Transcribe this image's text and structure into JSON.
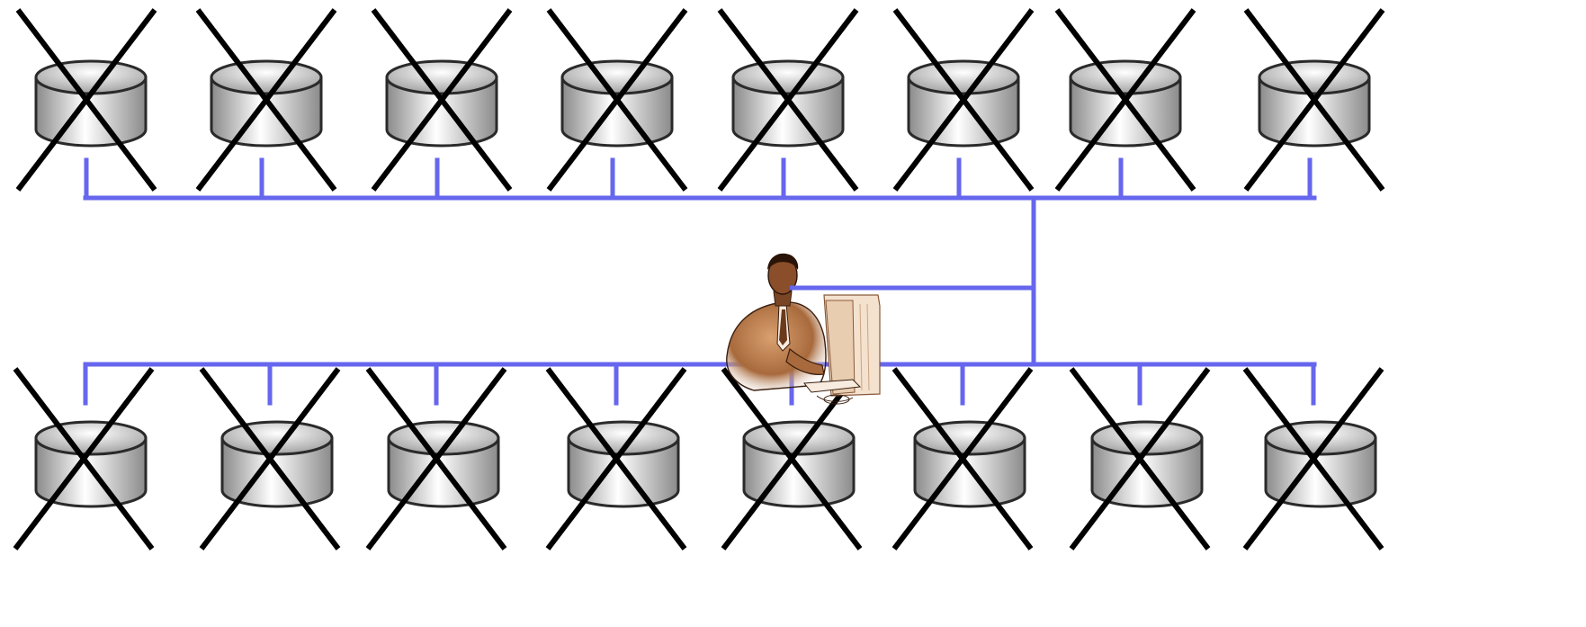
{
  "diagram": {
    "colors": {
      "bus": "#6666ee",
      "cross": "#000000",
      "disk_edge": "#2a2a2a",
      "disk_light": "#ffffff",
      "disk_dark": "#8a8a8a",
      "figure_suit": "#a86a3c",
      "figure_skin": "#6b3a1c",
      "monitor": "#f0d8c0"
    },
    "nodes": {
      "top_row": [
        {
          "id": "disk-1",
          "state": "failed",
          "icon": "database-disk-icon"
        },
        {
          "id": "disk-2",
          "state": "failed",
          "icon": "database-disk-icon"
        },
        {
          "id": "disk-3",
          "state": "failed",
          "icon": "database-disk-icon"
        },
        {
          "id": "disk-4",
          "state": "failed",
          "icon": "database-disk-icon"
        },
        {
          "id": "disk-5",
          "state": "failed",
          "icon": "database-disk-icon"
        },
        {
          "id": "disk-6",
          "state": "failed",
          "icon": "database-disk-icon"
        },
        {
          "id": "disk-7",
          "state": "failed",
          "icon": "database-disk-icon"
        },
        {
          "id": "disk-8",
          "state": "failed",
          "icon": "database-disk-icon"
        }
      ],
      "bottom_row": [
        {
          "id": "disk-9",
          "state": "failed",
          "icon": "database-disk-icon"
        },
        {
          "id": "disk-10",
          "state": "failed",
          "icon": "database-disk-icon"
        },
        {
          "id": "disk-11",
          "state": "failed",
          "icon": "database-disk-icon"
        },
        {
          "id": "disk-12",
          "state": "failed",
          "icon": "database-disk-icon"
        },
        {
          "id": "disk-13",
          "state": "failed",
          "icon": "database-disk-icon"
        },
        {
          "id": "disk-14",
          "state": "failed",
          "icon": "database-disk-icon"
        },
        {
          "id": "disk-15",
          "state": "failed",
          "icon": "database-disk-icon"
        },
        {
          "id": "disk-16",
          "state": "failed",
          "icon": "database-disk-icon"
        }
      ]
    },
    "center": {
      "icon": "user-at-computer-icon"
    }
  }
}
